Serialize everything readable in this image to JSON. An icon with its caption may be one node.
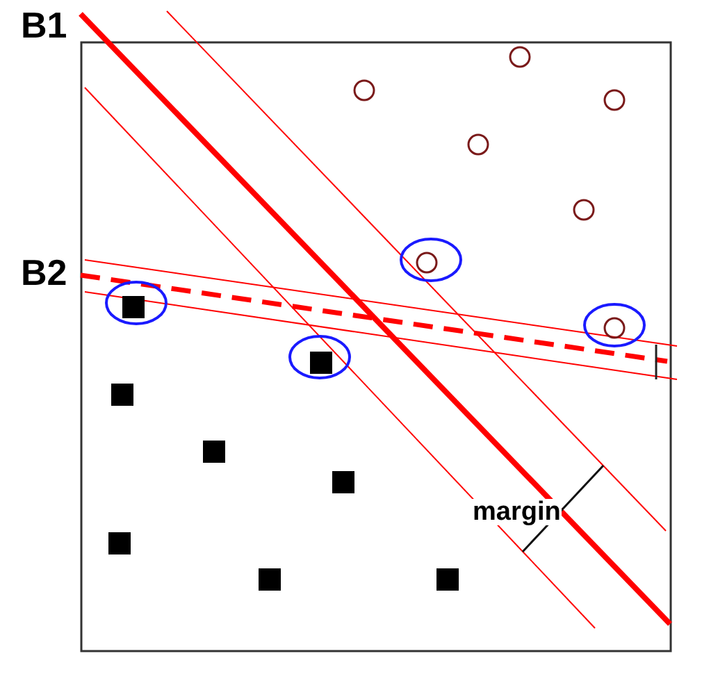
{
  "diagram": {
    "labels": [
      "B1",
      "B2",
      "margin"
    ]
  }
}
